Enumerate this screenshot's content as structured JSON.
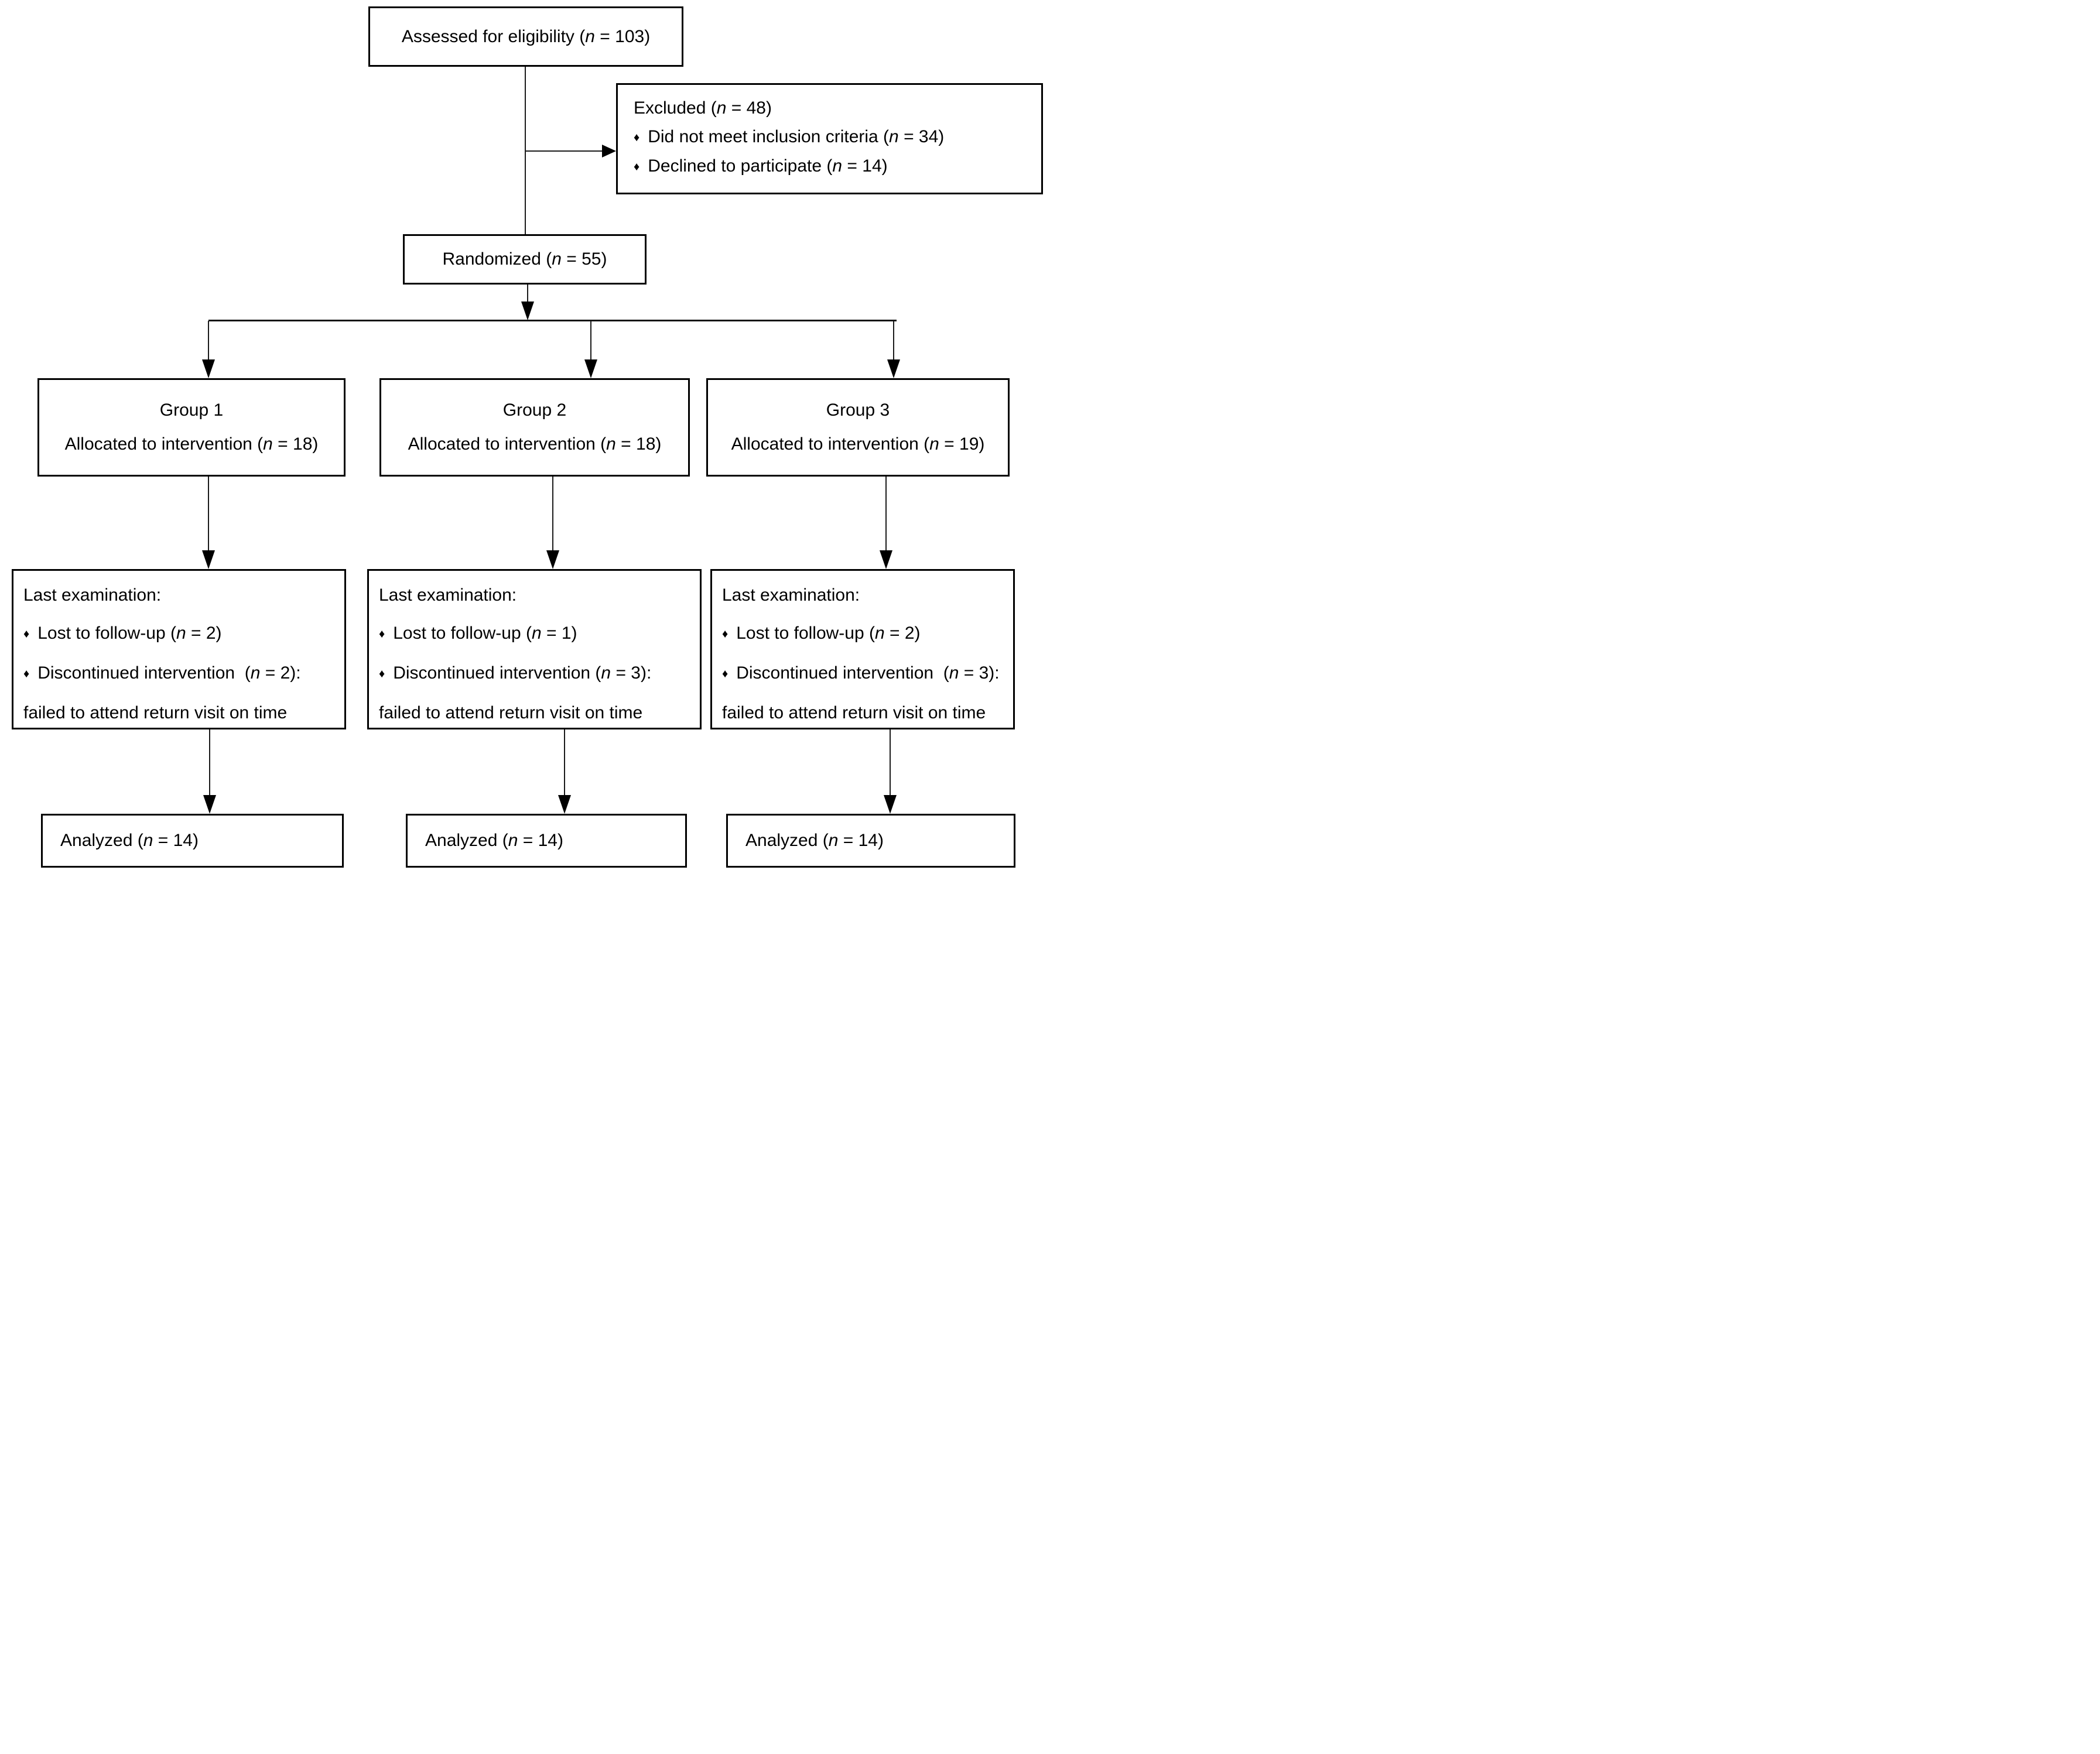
{
  "figure": {
    "bullet_glyph": "♦",
    "assessed": [
      "Assessed for eligibility (",
      "n",
      " = 103)"
    ],
    "excluded": {
      "title": [
        "Excluded (",
        "n",
        " = 48)"
      ],
      "items": [
        [
          "Did not meet inclusion criteria (",
          "n",
          " = 34)"
        ],
        [
          "Declined to participate (",
          "n",
          " = 14)"
        ]
      ]
    },
    "randomized": [
      "Randomized (",
      "n",
      " = 55)"
    ],
    "columns": [
      {
        "group_title": "Group 1",
        "allocated": [
          "Allocated to intervention (",
          "n",
          " = 18)"
        ],
        "exam_title": "Last examination:",
        "lost": [
          "Lost to follow-up (",
          "n",
          " = 2)"
        ],
        "discontinued": [
          "Discontinued intervention  (",
          "n",
          " = 2):"
        ],
        "discontinued_reason": "failed to attend return visit on time",
        "analyzed": [
          "Analyzed (",
          "n",
          " = 14)"
        ]
      },
      {
        "group_title": "Group 2",
        "allocated": [
          "Allocated to intervention (",
          "n",
          " = 18)"
        ],
        "exam_title": "Last examination:",
        "lost": [
          "Lost to follow-up (",
          "n",
          " = 1)"
        ],
        "discontinued": [
          "Discontinued intervention (",
          "n",
          " = 3):"
        ],
        "discontinued_reason": "failed to attend return visit on time",
        "analyzed": [
          "Analyzed (",
          "n",
          " = 14)"
        ]
      },
      {
        "group_title": "Group 3",
        "allocated": [
          "Allocated to intervention (",
          "n",
          " = 19)"
        ],
        "exam_title": "Last examination:",
        "lost": [
          "Lost to follow-up (",
          "n",
          " = 2)"
        ],
        "discontinued": [
          "Discontinued intervention  (",
          "n",
          " = 3):"
        ],
        "discontinued_reason": "failed to attend return visit on time",
        "analyzed": [
          "Analyzed (",
          "n",
          " = 14)"
        ]
      }
    ]
  }
}
